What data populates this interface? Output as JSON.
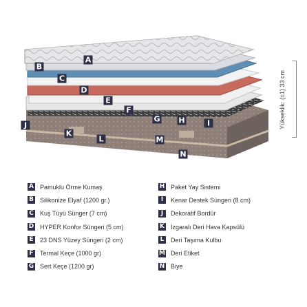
{
  "height_note": "Yükseklik: (±1) 33 cm",
  "callouts": [
    "A",
    "B",
    "C",
    "D",
    "E",
    "F",
    "G",
    "H",
    "I",
    "J",
    "K",
    "L",
    "M",
    "N"
  ],
  "legend_left": [
    {
      "letter": "A",
      "text": "Pamuklu Örme Kumaş"
    },
    {
      "letter": "B",
      "text": "Silikonize Elyaf (1200 gr.)"
    },
    {
      "letter": "C",
      "text": "Kuş Tüyü Sünger (7 cm)"
    },
    {
      "letter": "D",
      "text": "HYPER Konfor Süngeri (5 cm)"
    },
    {
      "letter": "E",
      "text": "23 DNS Yüzey Süngeri (2 cm)"
    },
    {
      "letter": "F",
      "text": "Termal Keçe (1000 gr)"
    },
    {
      "letter": "G",
      "text": "Sert Keçe (1200 gr)"
    }
  ],
  "legend_right": [
    {
      "letter": "H",
      "text": "Paket Yay Sistemi"
    },
    {
      "letter": "I",
      "text": "Kenar Destek Süngeri (8 cm)"
    },
    {
      "letter": "J",
      "text": "Dekoratif Bordür"
    },
    {
      "letter": "K",
      "text": "Izgaralı Deri Hava Kapsülü"
    },
    {
      "letter": "L",
      "text": "Deri Taşıma Kulbu"
    },
    {
      "letter": "M",
      "text": "Deri Etiket"
    },
    {
      "letter": "N",
      "text": "Biye"
    }
  ],
  "colors": {
    "badge": "#2e2f46",
    "foam_blue": "#5f8fb4",
    "foam_red": "#c86a5e",
    "base": "#8a7e78"
  }
}
